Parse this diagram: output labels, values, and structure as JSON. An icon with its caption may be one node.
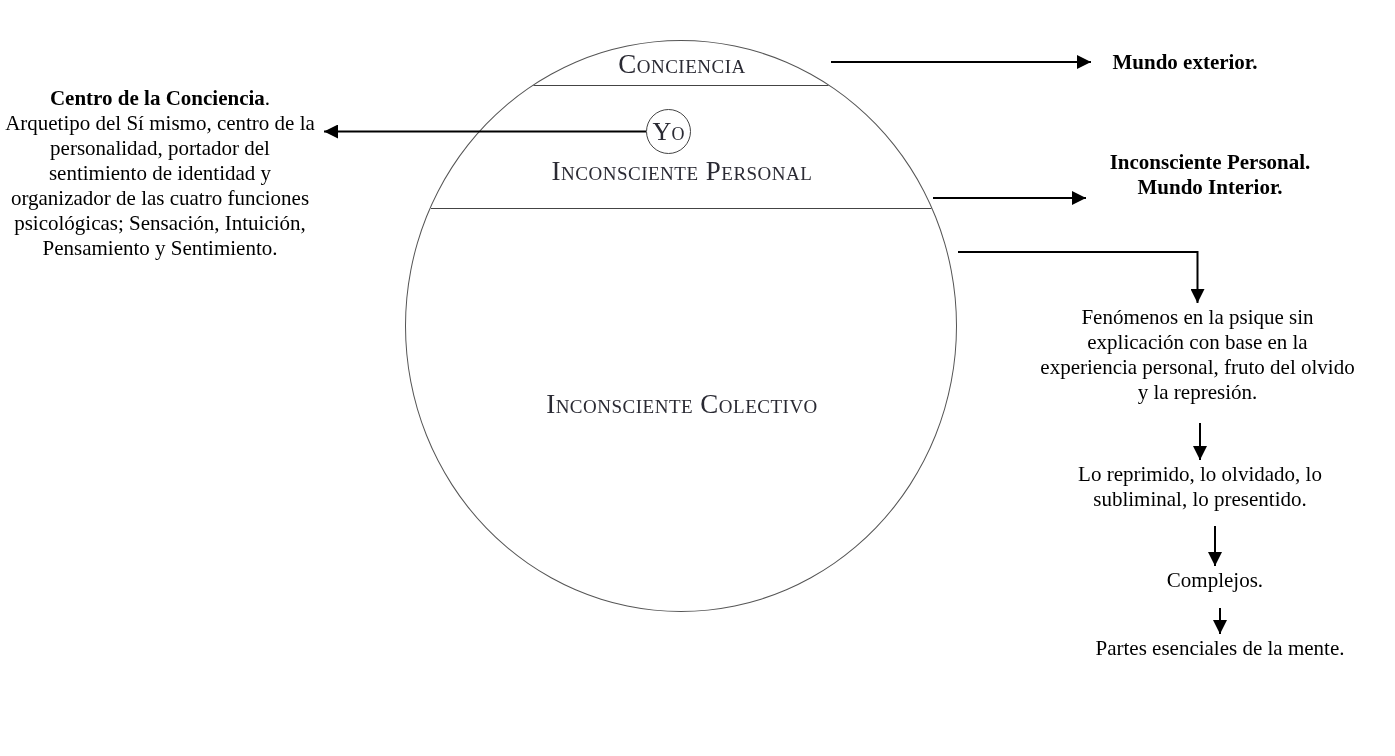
{
  "diagram": {
    "nodes": [
      {
        "text": [],
        "shape": "circle"
      },
      {
        "text": [
          "Conciencia"
        ],
        "in": 0
      },
      {
        "text": [
          "Inconsciente Personal"
        ],
        "in": 0
      },
      {
        "text": [
          "Yo"
        ],
        "in": 2
      },
      {
        "text": [
          "Inconsciente Colectivo"
        ],
        "in": 0
      },
      {
        "text": [
          "Mundo exterior."
        ]
      },
      {
        "text": [
          "**Centro de la Conciencia**.",
          "Arquetipo del Sí mismo, centro de la personalidad, portador del sentimiento de identidad y organizador de las cuatro funciones psicológicas; Sensación, Intuición, Pensamiento y Sentimiento."
        ]
      },
      {
        "text": [
          "Inconsciente Personal. Mundo Interior."
        ]
      },
      {
        "text": [
          "Fenómenos en la psique sin explicación con base en la experiencia personal, fruto del olvido y la represión."
        ]
      },
      {
        "text": [
          "Lo reprimido, lo olvidado, lo subliminal, lo presentido."
        ]
      },
      {
        "text": [
          "Complejos."
        ]
      },
      {
        "text": [
          "Partes esenciales de la mente."
        ]
      }
    ],
    "edges": [
      {
        "from": 1,
        "to": 5,
        "arrow": "to"
      },
      {
        "from": 3,
        "to": 6,
        "arrow": "to"
      },
      {
        "from": 2,
        "to": 7,
        "arrow": "to"
      },
      {
        "from": 4,
        "to": 8,
        "arrow": "to"
      },
      {
        "from": 8,
        "to": 9,
        "arrow": "to"
      },
      {
        "from": 9,
        "to": 10,
        "arrow": "to"
      },
      {
        "from": 10,
        "to": 11,
        "arrow": "to"
      }
    ]
  }
}
